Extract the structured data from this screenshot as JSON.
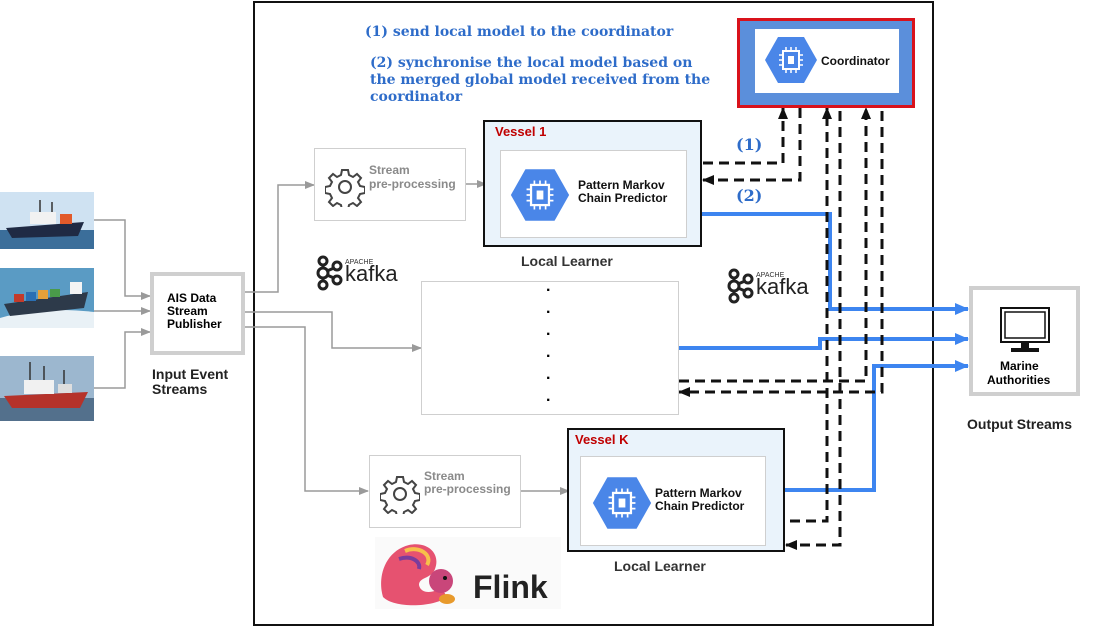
{
  "notes": {
    "line1": "(1)  send local model to the  coordinator",
    "line2a": "(2) synchronise the local model based on",
    "line2b": "the merged global model received from the",
    "line2c": "coordinator"
  },
  "coordinator": {
    "label": "Coordinator"
  },
  "arrows": {
    "label1": "(1)",
    "label2": "(2)"
  },
  "vessel1": {
    "title": "Vessel 1",
    "predictor_line1": "Pattern Markov",
    "predictor_line2": "Chain Predictor",
    "caption": "Local Learner"
  },
  "vesselK": {
    "title": "Vessel K",
    "predictor_line1": "Pattern Markov",
    "predictor_line2": "Chain Predictor",
    "caption": "Local Learner"
  },
  "preprocess": {
    "line1": "Stream",
    "line2": "pre-processing"
  },
  "publisher": {
    "line1": "AIS Data",
    "line2": "Stream",
    "line3": "Publisher"
  },
  "input_caption": {
    "line1": "Input Event",
    "line2": "Streams"
  },
  "middle_dots": [
    ".",
    ".",
    ".",
    ".",
    ".",
    "."
  ],
  "marine": {
    "line1": "Marine",
    "line2": "Authorities"
  },
  "output_caption": "Output Streams",
  "kafka_word": "kafka",
  "kafka_small": "APACHE",
  "flink_word": "Flink",
  "colors": {
    "accent_blue": "#3d85f0",
    "coordinator_border": "#d9121b",
    "coordinator_bg": "#5b8fdb",
    "vessel_title": "#c00000",
    "note_text": "#2e6cc9"
  },
  "icons": {
    "gear": "gear-icon",
    "chip": "chip-icon",
    "monitor": "monitor-icon",
    "kafka": "kafka-logo",
    "flink": "flink-logo"
  }
}
